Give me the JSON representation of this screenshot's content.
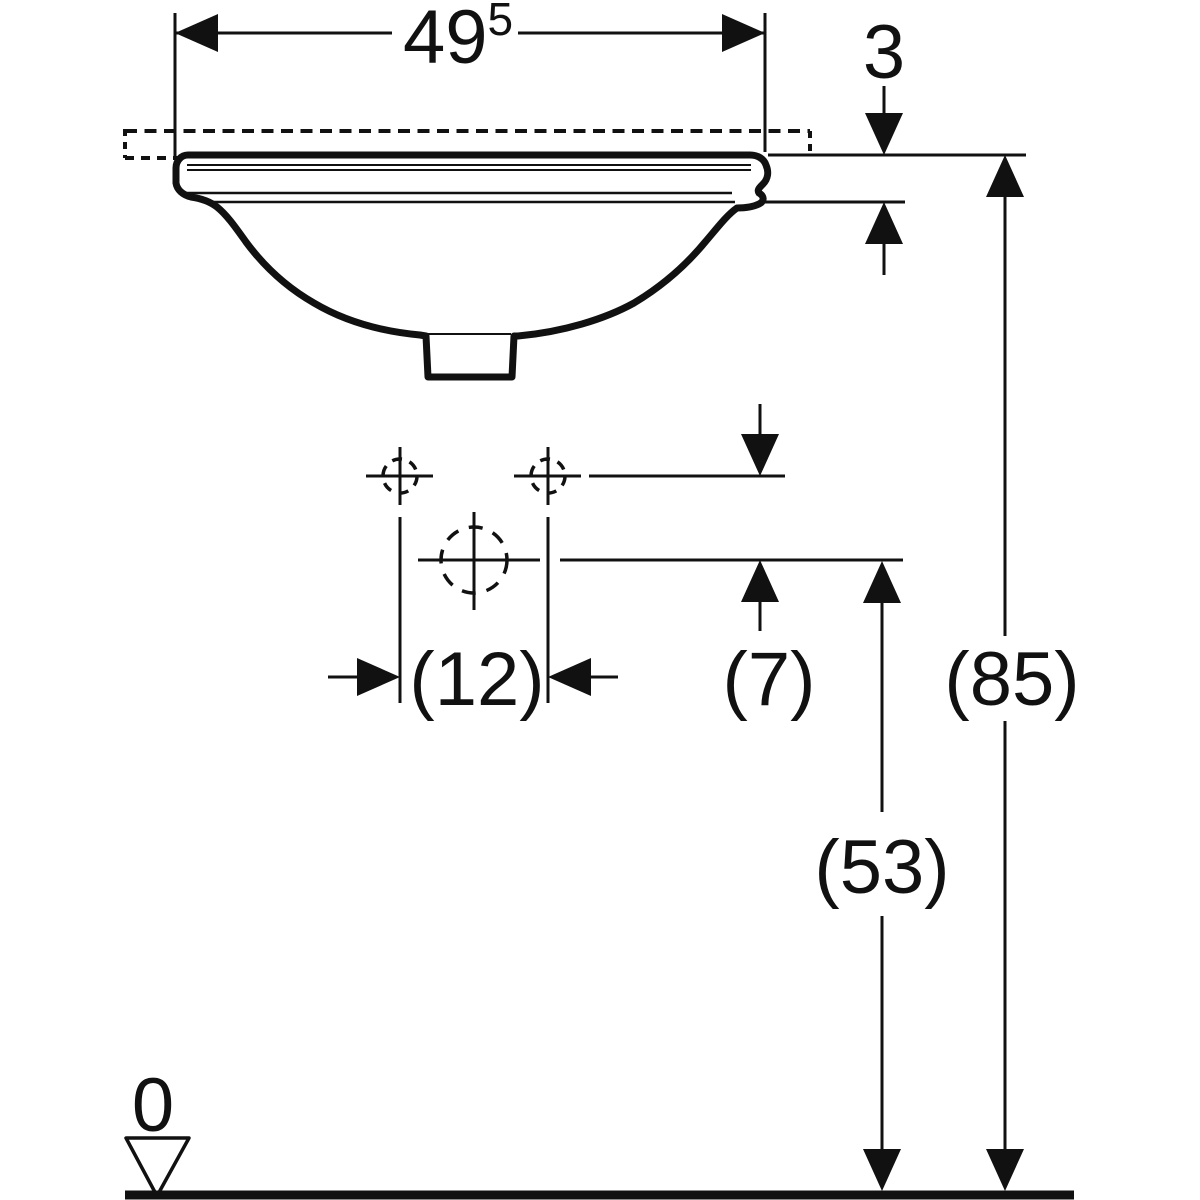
{
  "drawing": {
    "type": "washbasin-undercounter-cross-section",
    "units": "cm",
    "colors": {
      "line": "#111111",
      "background": "#ffffff"
    },
    "labels": {
      "width_main": "49",
      "width_sup": "5",
      "rim_height": "3",
      "hole_spacing": "(12)",
      "hole_offset": "(7)",
      "outlet_height": "(53)",
      "rim_level": "(85)",
      "floor_datum": "0"
    }
  }
}
